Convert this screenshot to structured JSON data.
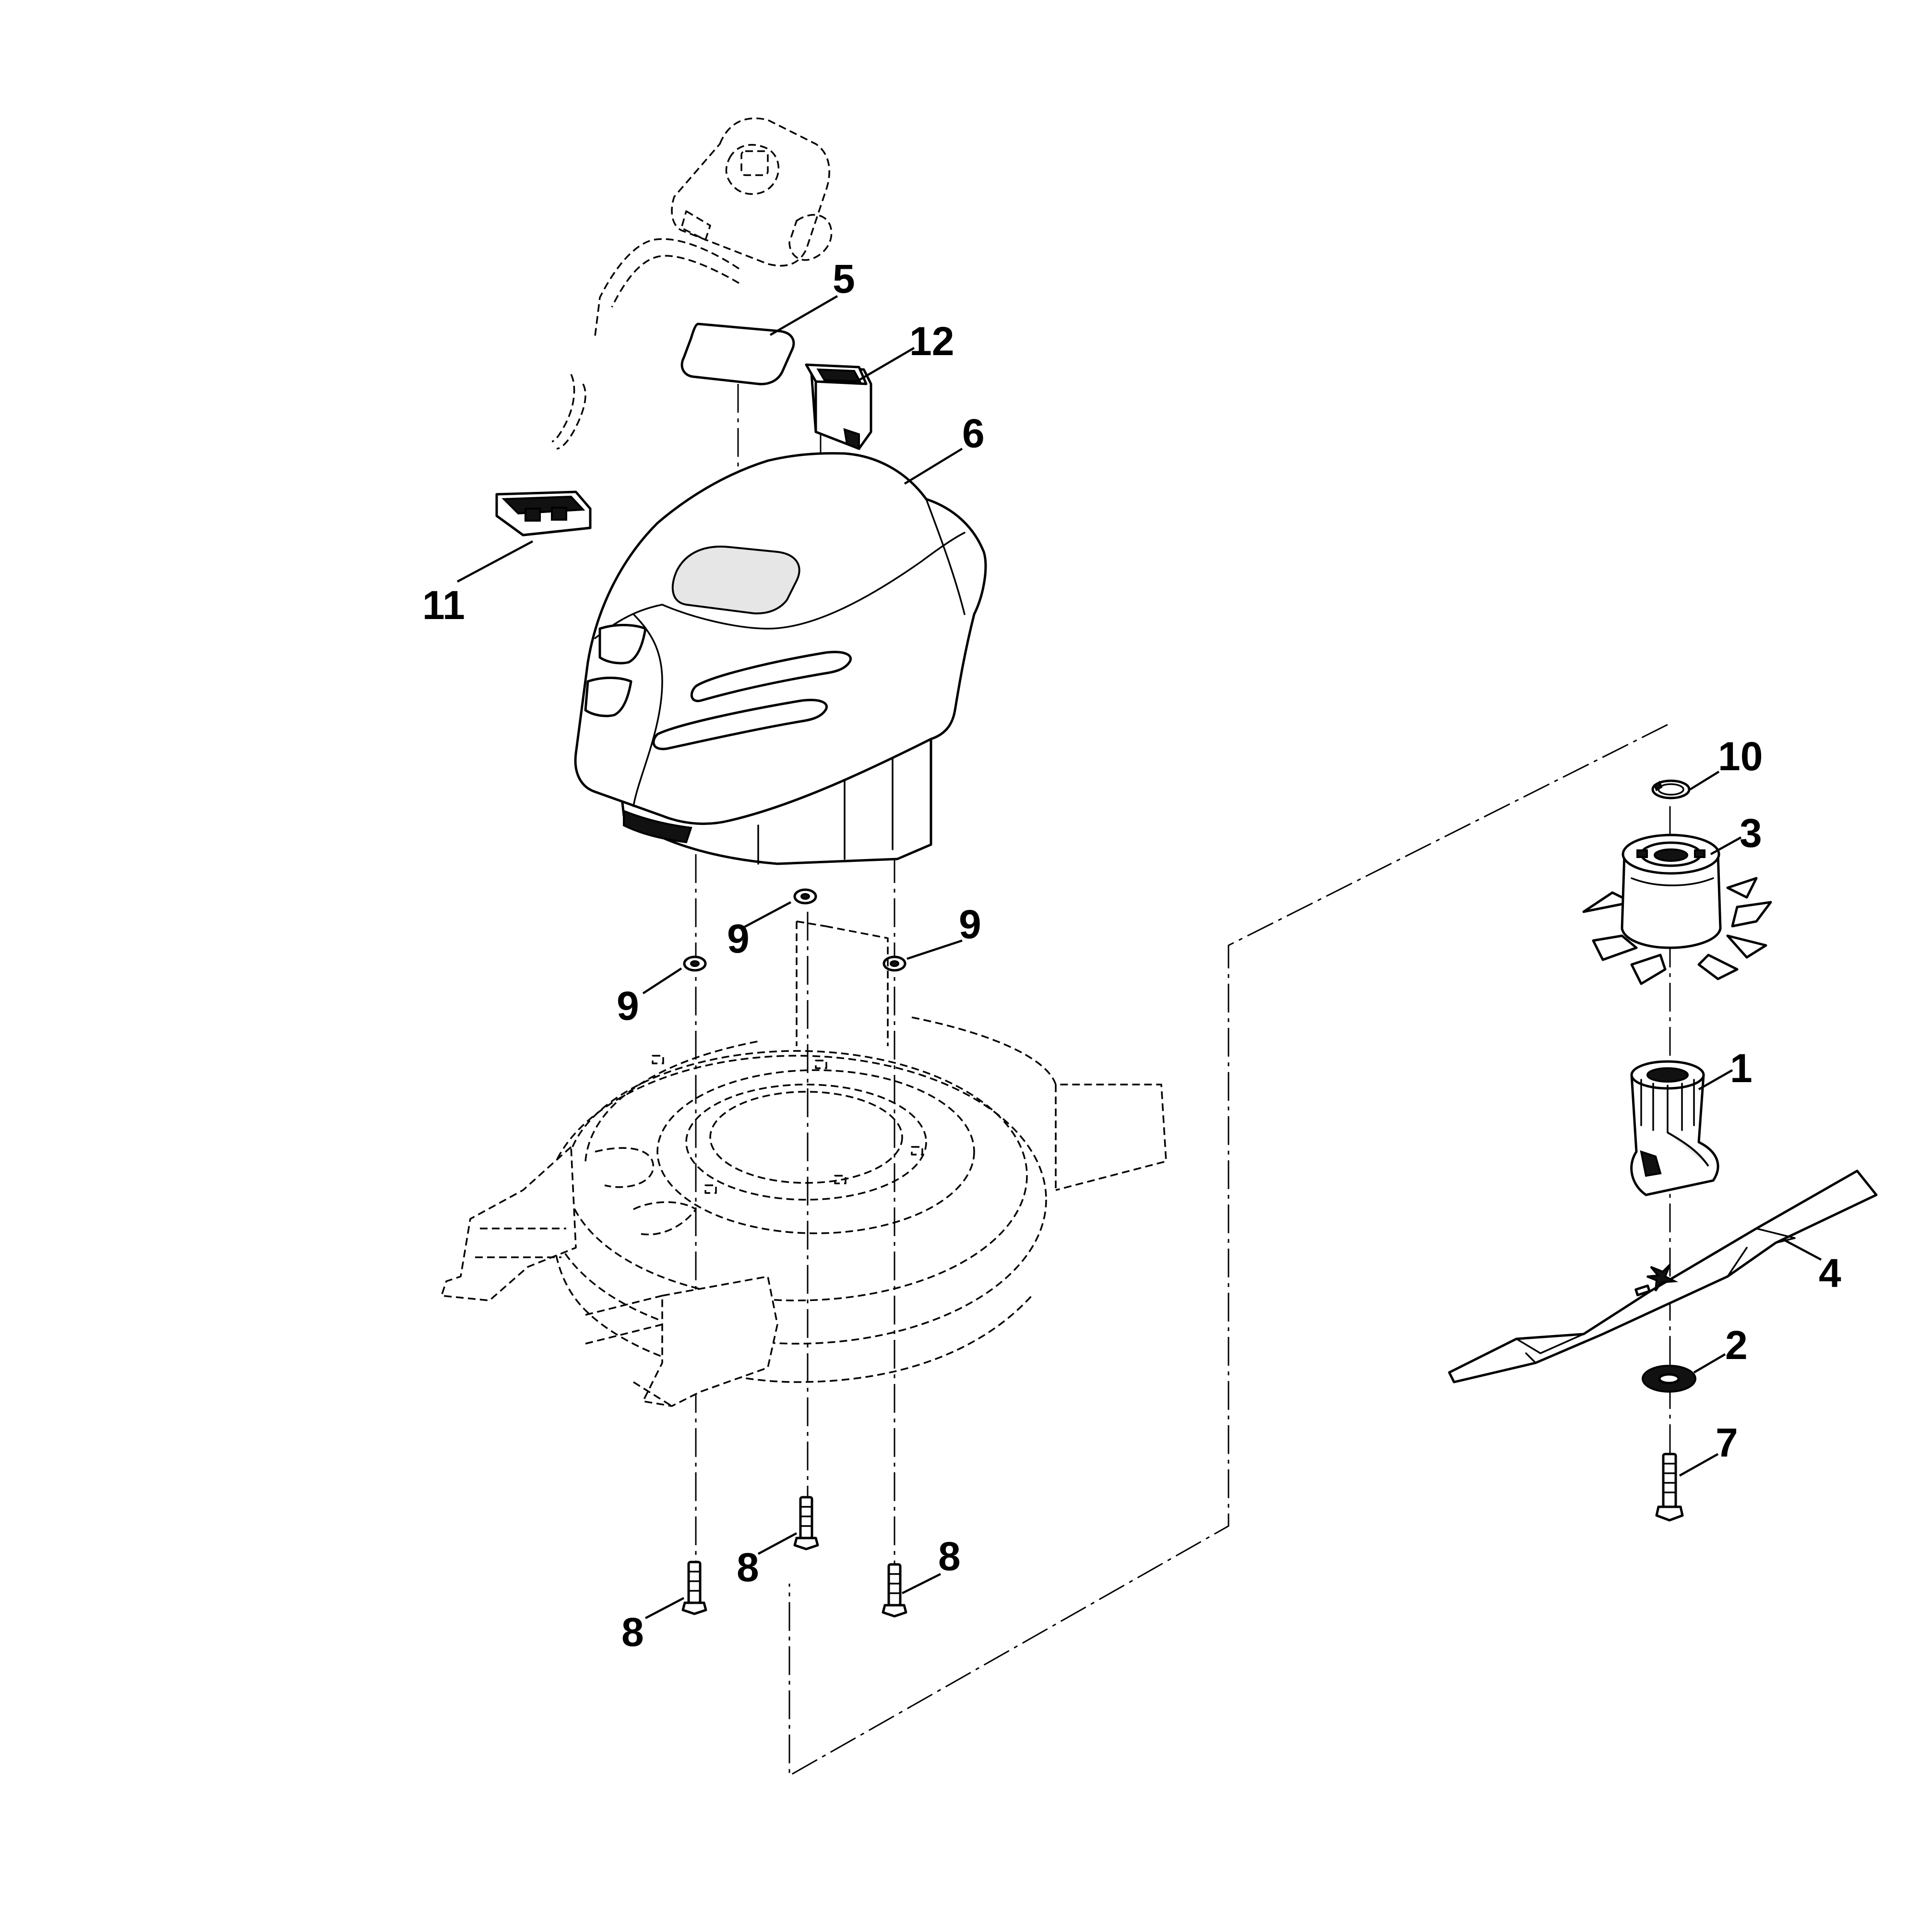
{
  "callouts": {
    "c1": "1",
    "c2": "2",
    "c3": "3",
    "c4": "4",
    "c5": "5",
    "c6": "6",
    "c7": "7",
    "c8a": "8",
    "c8b": "8",
    "c8c": "8",
    "c9a": "9",
    "c9b": "9",
    "c9c": "9",
    "c10": "10",
    "c11": "11",
    "c12": "12"
  },
  "colors": {
    "line": "#000000",
    "background": "#ffffff"
  }
}
